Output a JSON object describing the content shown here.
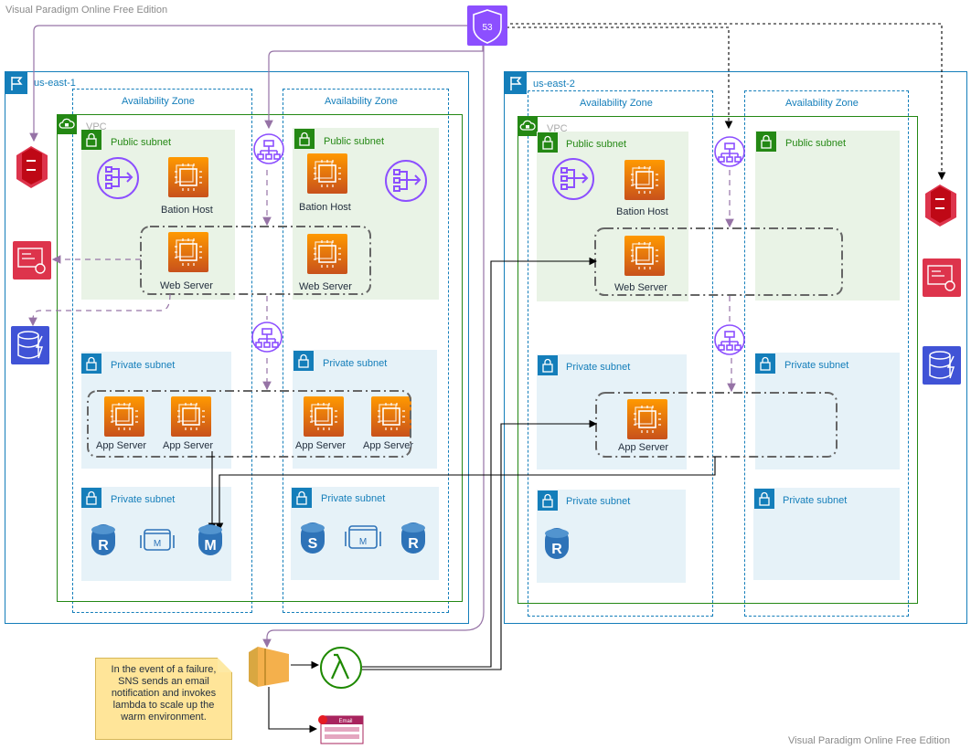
{
  "watermark_top": "Visual Paradigm Online Free Edition",
  "watermark_bottom": "Visual Paradigm Online Free Edition",
  "regions": [
    {
      "label": "us-east-1"
    },
    {
      "label": "us-east-2"
    }
  ],
  "az_label": "Availability Zone",
  "vpc_label": "VPC",
  "subnets": {
    "public": "Public subnet",
    "private": "Private subnet"
  },
  "nodes": {
    "bastion": "Bation Host",
    "web": "Web Server",
    "app": "App Server"
  },
  "db_letters": {
    "read": "R",
    "multi": "M",
    "standby": "S"
  },
  "route53_label": "53",
  "email_label": "Email",
  "note_text": "In the event of a failure, SNS sends an email notification and invokes lambda to scale up the warm environment.",
  "colors": {
    "region": "#147eba",
    "vpc": "#248814",
    "public_subnet": "#e9f3e6",
    "private_subnet": "#e6f2f8",
    "ec2": "#ff9900",
    "rds": "#2e73b8",
    "route53_elb": "#8c4fff",
    "s3_cert": "#dd344c",
    "dynamodb": "#4053d6",
    "lambda": "#1e8900",
    "sns": "#d9a741",
    "note": "#ffe599"
  }
}
